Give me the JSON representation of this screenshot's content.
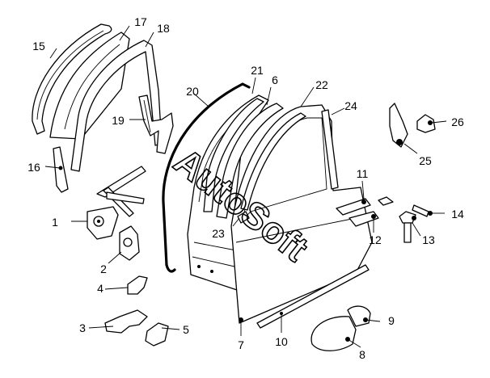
{
  "watermark": {
    "text": "AutoSoft"
  },
  "callouts": {
    "c1": "1",
    "c2": "2",
    "c3": "3",
    "c4": "4",
    "c5": "5",
    "c6": "6",
    "c7": "7",
    "c8": "8",
    "c9": "9",
    "c10": "10",
    "c11": "11",
    "c12": "12",
    "c13": "13",
    "c14": "14",
    "c15": "15",
    "c16": "16",
    "c17": "17",
    "c18": "18",
    "c19": "19",
    "c20": "20",
    "c21": "21",
    "c22": "22",
    "c23": "23",
    "c24": "24",
    "c25": "25",
    "c26": "26"
  }
}
